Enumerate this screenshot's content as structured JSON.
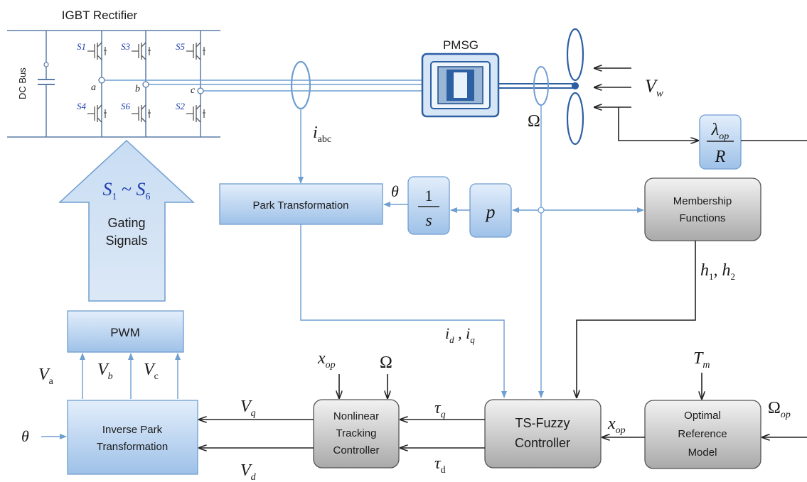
{
  "rectifier": {
    "title": "IGBT Rectifier",
    "dc_bus": "DC Bus",
    "switches": [
      "S1",
      "S3",
      "S5",
      "S4",
      "S6",
      "S2"
    ],
    "phase_nodes": [
      "a",
      "b",
      "c"
    ]
  },
  "pmsg": {
    "label": "PMSG"
  },
  "signals": {
    "vw": "Vw",
    "omega": "Ω",
    "iabc": "iabc",
    "theta": "θ",
    "h1h2": "h1, h2",
    "idiq": "id , iq",
    "tm": "Tm",
    "omega_op": "Ωop",
    "xop": "xop",
    "tau_q": "τq",
    "tau_d": "τd",
    "vq": "Vq",
    "vd": "Vd",
    "va": "Va",
    "vb": "Vb",
    "vc": "Vc"
  },
  "blocks": {
    "lambda_num": "λop",
    "lambda_den": "R",
    "integrator_num": "1",
    "integrator_den": "s",
    "gain": "p",
    "park": "Park Transformation",
    "membership": [
      "Membership",
      "Functions"
    ],
    "pwm": "PWM",
    "inverse_park": [
      "Inverse Park",
      "Transformation"
    ],
    "nltc": [
      "Nonlinear",
      "Tracking",
      "Controller"
    ],
    "tsfuzzy": [
      "TS-Fuzzy",
      "Controller"
    ],
    "optimal": [
      "Optimal",
      "Reference",
      "Model"
    ]
  },
  "gating": {
    "range": "S1 ~ S6",
    "label": [
      "Gating",
      "Signals"
    ]
  },
  "colors": {
    "blue_block": "#bcd6f1",
    "gray_block": "#cfcfcf",
    "line_blue": "#6f9ed0",
    "line_dark": "#222222",
    "switch_blue": "#1f3fb0",
    "phase_red": "#c0242b"
  }
}
